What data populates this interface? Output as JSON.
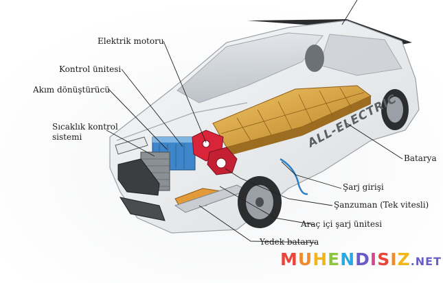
{
  "labels": {
    "elektrik_motoru": "Elektrik motoru",
    "kontrol_unitesi": "Kontrol ünitesi",
    "akim_donusturucu": "Akım dönüştürücü",
    "sicaklik_kontrol_1": "Sıcaklık kontrol",
    "sicaklik_kontrol_2": "sistemi",
    "batarya": "Batarya",
    "sarj_girisi": "Şarj girişi",
    "sanziman": "Şanzuman (Tek vitesli)",
    "arac_ici_sarj": "Araç içi şarj ünitesi",
    "yedek_batarya": "Yedek batarya"
  },
  "car_text": "ALL-ELECTRIC",
  "watermark": {
    "main": "MUHENDISIZ",
    "suffix": ".NET",
    "colors": [
      "#e8463a",
      "#f08a2c",
      "#f3b619",
      "#8cc63f",
      "#29a9e1",
      "#6a5cc8",
      "#d6478f"
    ]
  },
  "colors": {
    "battery": "#d9a33d",
    "motor": "#d9243a",
    "cooling": "#3e86c9",
    "leader": "#222222"
  }
}
